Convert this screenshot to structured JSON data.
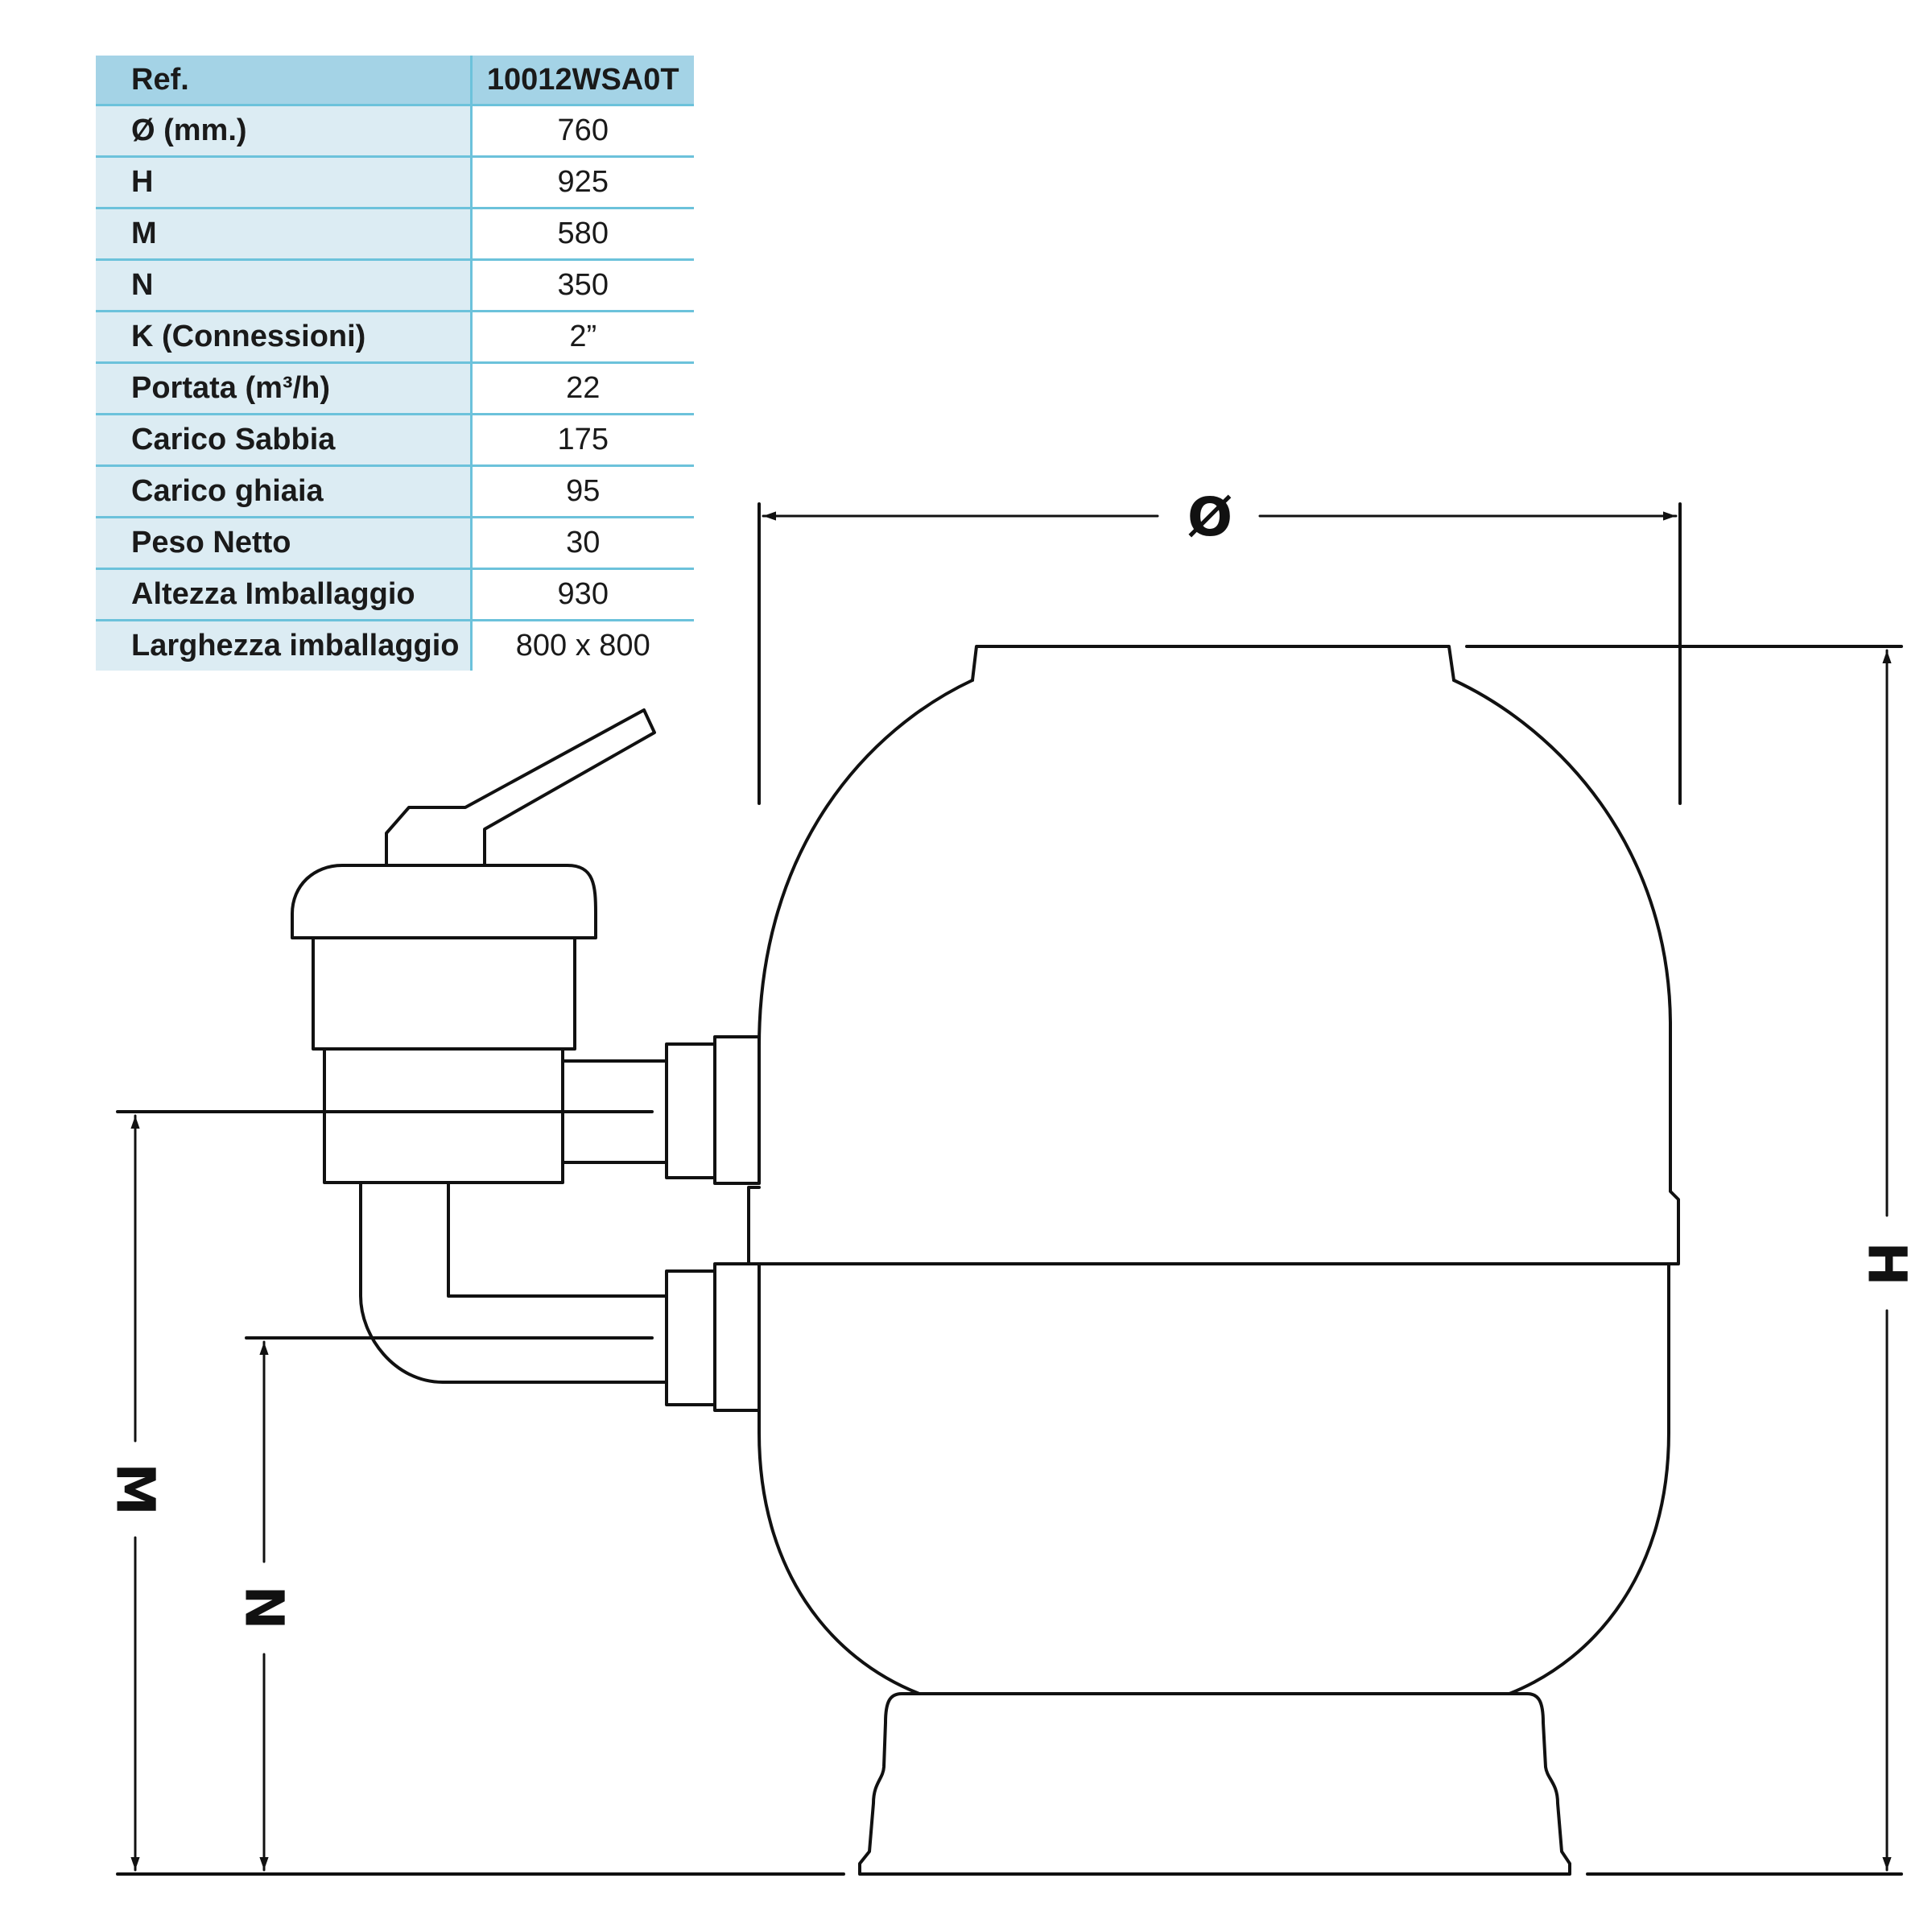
{
  "table": {
    "header": {
      "label": "Ref.",
      "value": "10012WSA0T"
    },
    "rows": [
      {
        "label": "Ø (mm.)",
        "value": "760"
      },
      {
        "label": "H",
        "value": "925"
      },
      {
        "label": "M",
        "value": "580"
      },
      {
        "label": "N",
        "value": "350"
      },
      {
        "label": "K (Connessioni)",
        "value": "2”"
      },
      {
        "label": "Portata (m³/h)",
        "value": "22"
      },
      {
        "label": "Carico Sabbia",
        "value": "175"
      },
      {
        "label": "Carico ghiaia",
        "value": "95"
      },
      {
        "label": "Peso Netto",
        "value": "30"
      },
      {
        "label": "Altezza Imballaggio",
        "value": "930"
      },
      {
        "label": "Larghezza imballaggio",
        "value": "800 x 800"
      }
    ]
  },
  "drawing": {
    "dim_diameter": "Ø",
    "dim_height": "H",
    "dim_m": "M",
    "dim_n": "N"
  }
}
